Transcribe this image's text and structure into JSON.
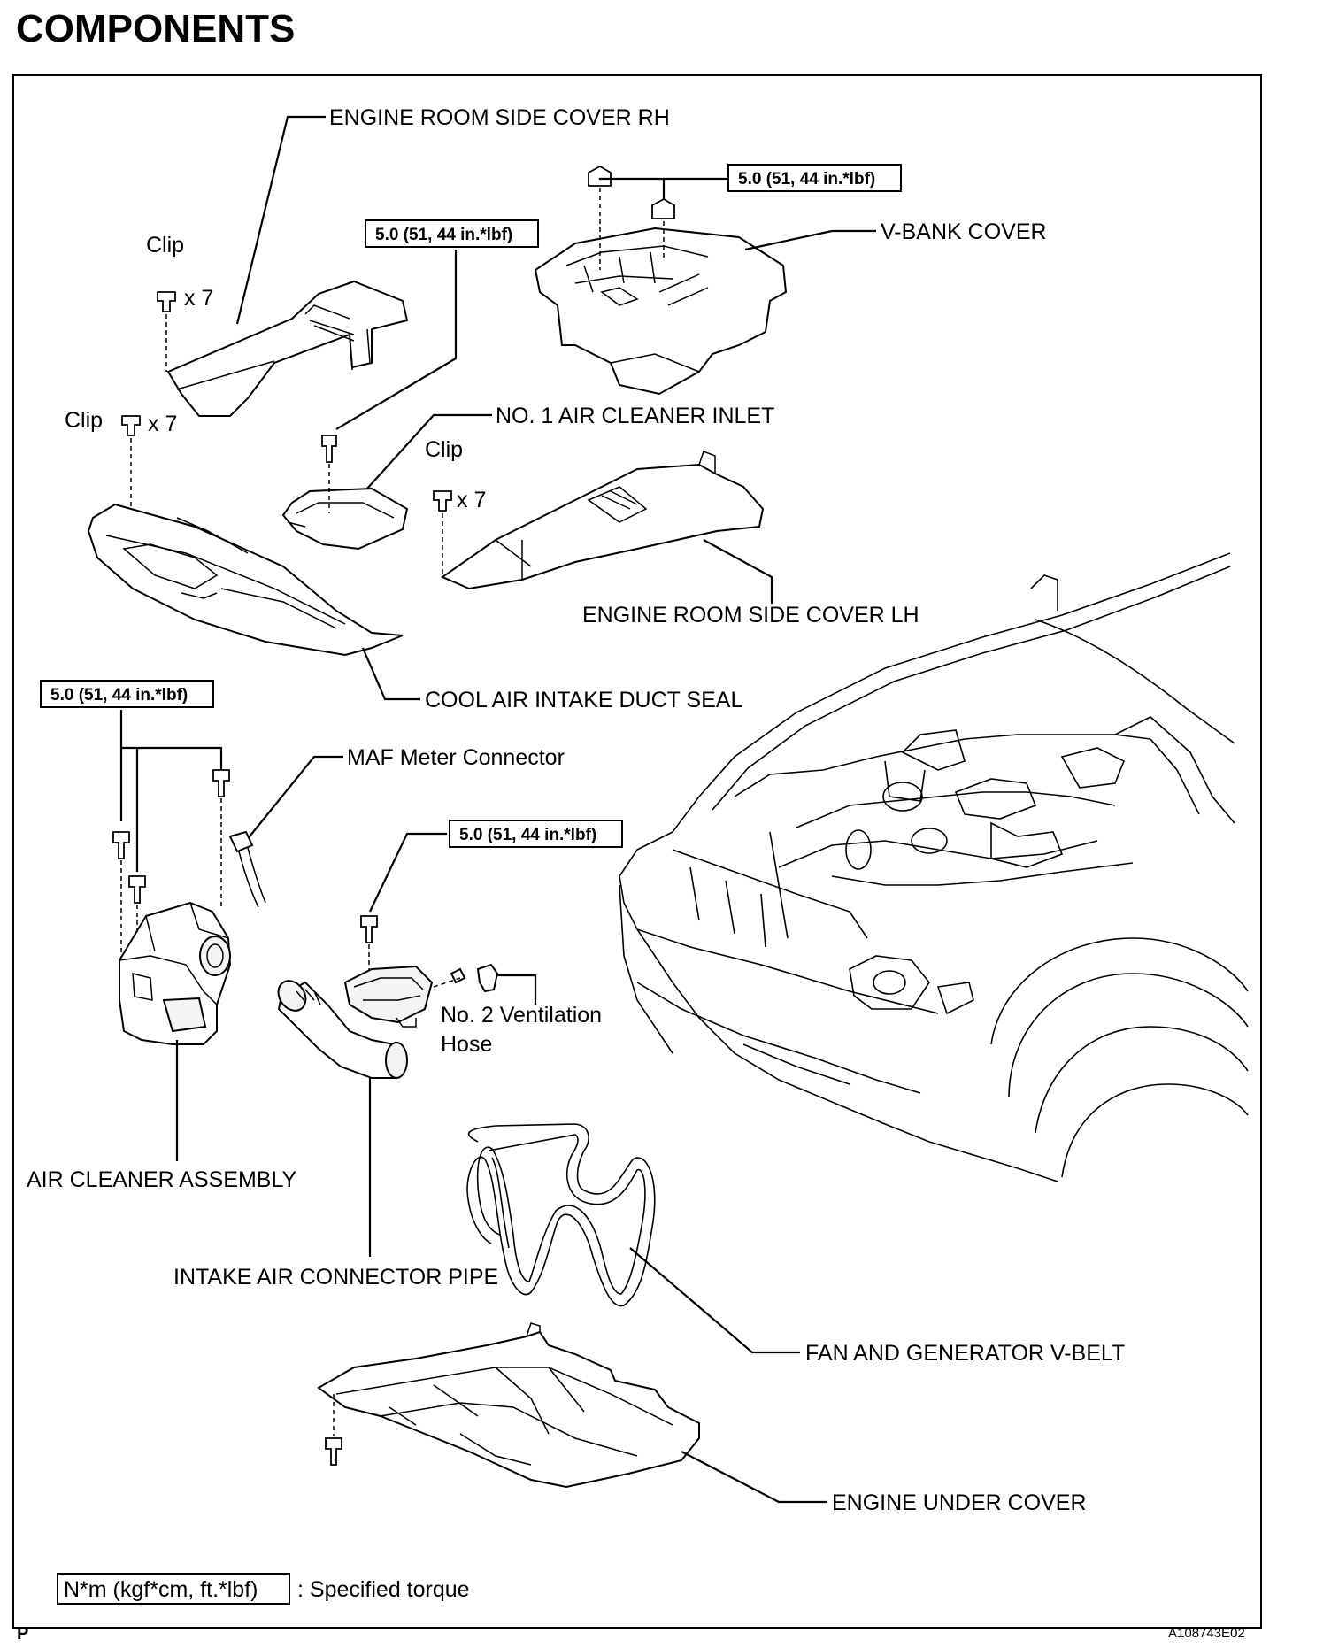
{
  "page": {
    "title": "COMPONENTS",
    "page_letter": "P",
    "figure_id": "A108743E02"
  },
  "labels": {
    "side_cover_rh": "ENGINE ROOM SIDE COVER RH",
    "v_bank_cover": "V-BANK COVER",
    "clip": "Clip",
    "x7": "x 7",
    "air_cleaner_inlet": "NO. 1 AIR CLEANER INLET",
    "side_cover_lh": "ENGINE ROOM SIDE COVER LH",
    "duct_seal": "COOL AIR INTAKE DUCT SEAL",
    "maf_connector": "MAF Meter Connector",
    "ventilation_hose_line1": "No. 2 Ventilation",
    "ventilation_hose_line2": "Hose",
    "air_cleaner_assembly": "AIR CLEANER ASSEMBLY",
    "intake_pipe": "INTAKE AIR CONNECTOR PIPE",
    "v_belt": "FAN AND GENERATOR V-BELT",
    "under_cover": "ENGINE UNDER COVER"
  },
  "torque": {
    "value": "5.0 (51, 44 in.*lbf)"
  },
  "legend": {
    "box_text": "N*m (kgf*cm, ft.*lbf)",
    "description": ": Specified torque"
  }
}
